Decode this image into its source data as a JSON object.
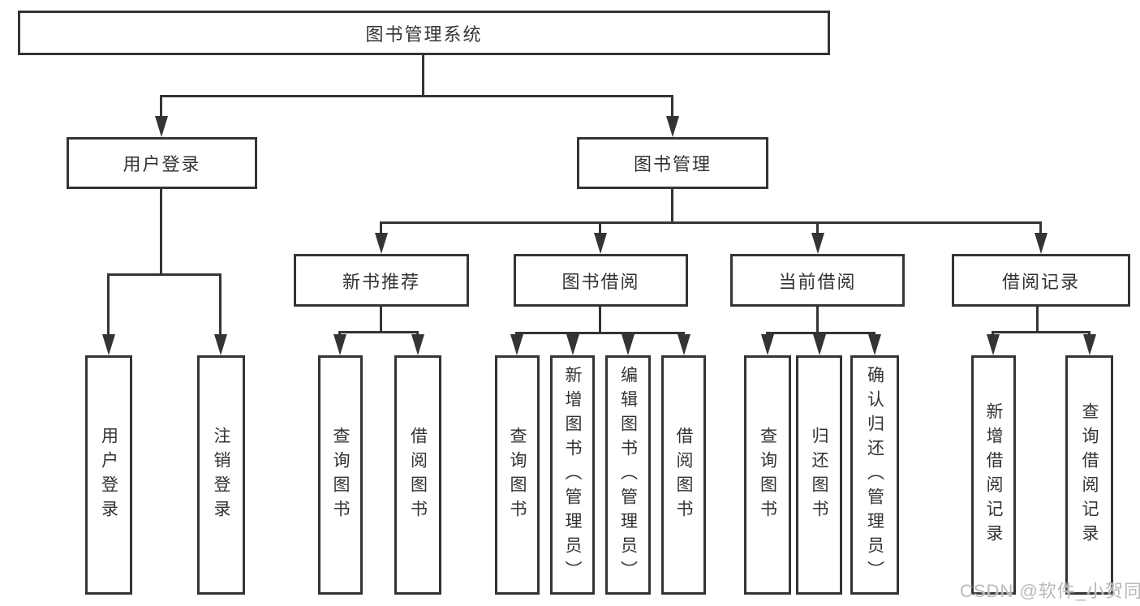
{
  "diagram": {
    "root": {
      "label": "图书管理系统",
      "children": [
        {
          "label": "用户登录",
          "children": [
            {
              "label": "用户登录"
            },
            {
              "label": "注销登录"
            }
          ]
        },
        {
          "label": "图书管理",
          "children": [
            {
              "label": "新书推荐",
              "children": [
                {
                  "label": "查询图书"
                },
                {
                  "label": "借阅图书"
                }
              ]
            },
            {
              "label": "图书借阅",
              "children": [
                {
                  "label": "查询图书"
                },
                {
                  "label": "新增图书（管理员）"
                },
                {
                  "label": "编辑图书（管理员）"
                },
                {
                  "label": "借阅图书"
                }
              ]
            },
            {
              "label": "当前借阅",
              "children": [
                {
                  "label": "查询图书"
                },
                {
                  "label": "归还图书"
                },
                {
                  "label": "确认归还（管理员）"
                }
              ]
            },
            {
              "label": "借阅记录",
              "children": [
                {
                  "label": "新增借阅记录"
                },
                {
                  "label": "查询借阅记录"
                }
              ]
            }
          ]
        }
      ]
    }
  },
  "watermark": {
    "text": "CSDN @软件_小贺同学",
    "color": "#b9b9b9"
  },
  "colors": {
    "line": "#343434",
    "box_border": "#343434",
    "text": "#333333",
    "background": "#ffffff"
  }
}
